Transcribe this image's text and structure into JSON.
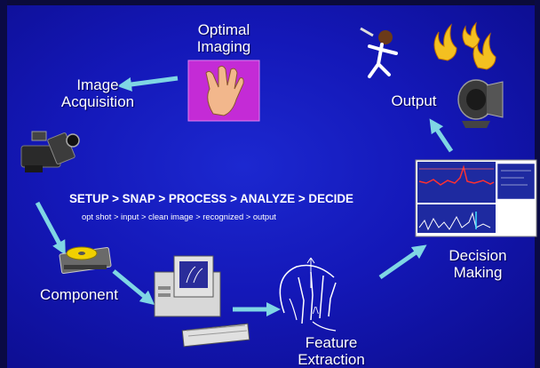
{
  "labels": {
    "optimal_imaging": "Optimal\nImaging",
    "image_acquisition": "Image\nAcquisition",
    "output": "Output",
    "component": "Component",
    "decision_making": "Decision\nMaking",
    "feature_extraction": "Feature\nExtraction"
  },
  "pipeline": {
    "steps": "SETUP > SNAP > PROCESS > ANALYZE > DECIDE",
    "substeps": "opt shot > input > clean image > recognized > output"
  },
  "colors": {
    "background": "#1418b8",
    "arrow": "#7fd6e4",
    "text": "#ffffff"
  }
}
